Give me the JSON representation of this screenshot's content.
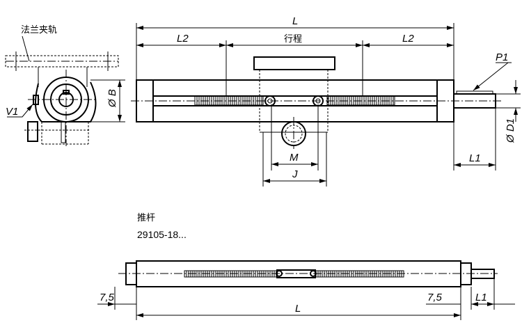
{
  "side_view": {
    "flange_label": "法兰夹轨",
    "v1_label": "V1",
    "diameter_b_label": "Ø B"
  },
  "top_view": {
    "L": "L",
    "L2_left": "L2",
    "stroke": "行程",
    "L2_right": "L2",
    "P1": "P1",
    "D1": "Ø D1",
    "M": "M",
    "J": "J",
    "L1": "L1"
  },
  "bottom_view": {
    "title": "推杆",
    "part_number": "29105-18...",
    "offset_left": "7,5",
    "offset_right": "7,5",
    "L": "L",
    "L1": "L1"
  }
}
